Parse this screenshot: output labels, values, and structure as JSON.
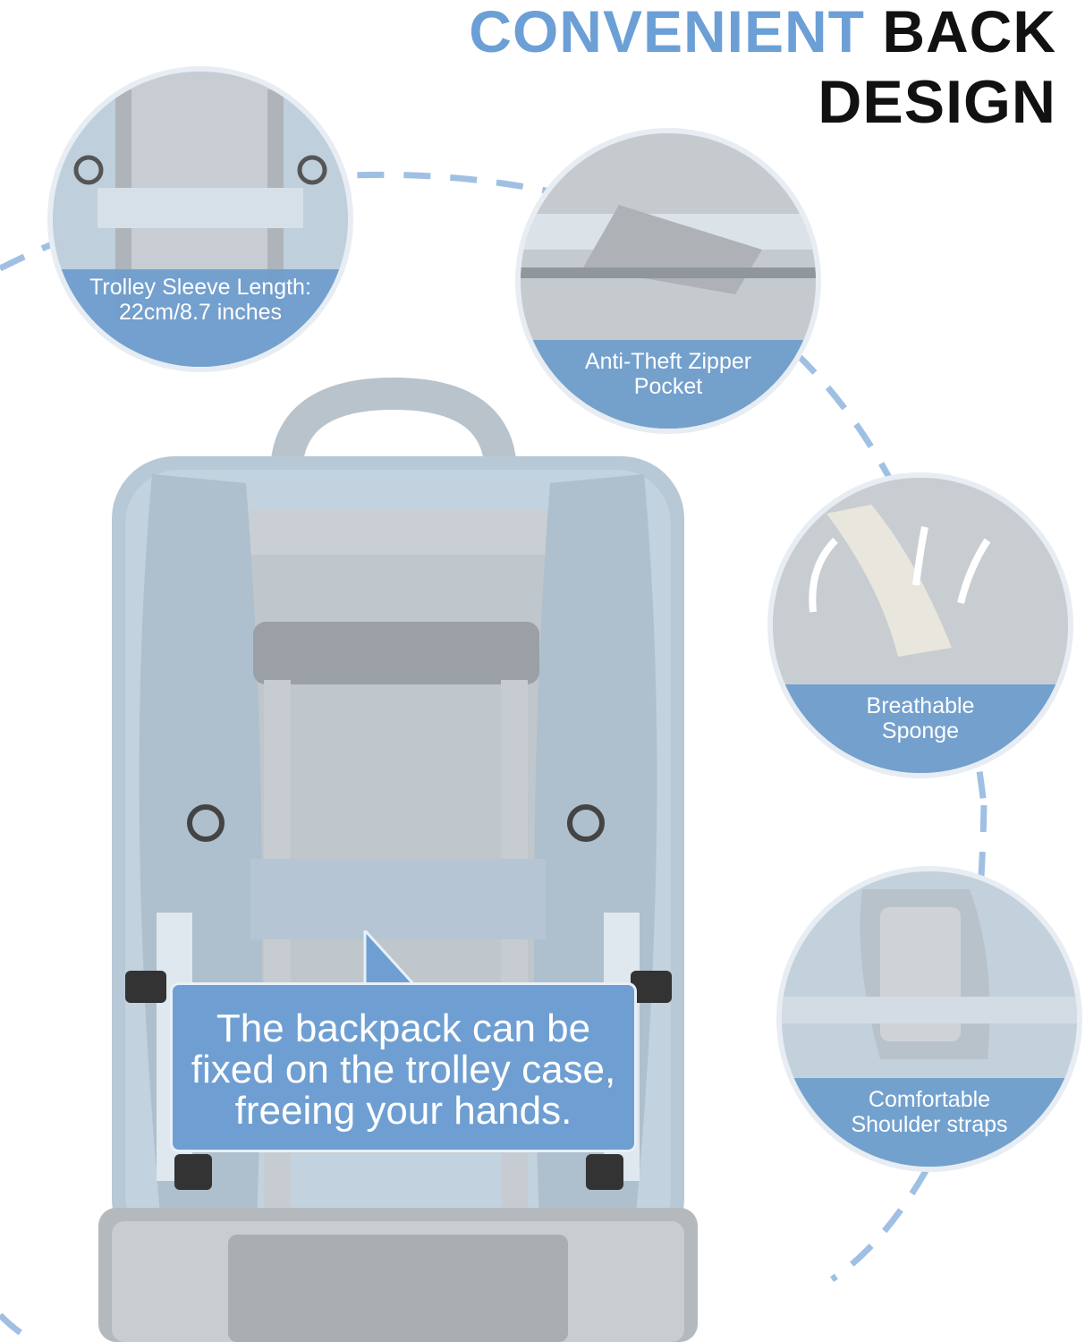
{
  "title": {
    "line1_blue": "CONVENIENT",
    "line1_black": "BACK",
    "line2": "DESIGN"
  },
  "features": [
    {
      "label_line1": "Trolley Sleeve Length:",
      "label_line2": "22cm/8.7 inches"
    },
    {
      "label_line1": "Anti-Theft Zipper",
      "label_line2": "Pocket"
    },
    {
      "label_line1": "Breathable",
      "label_line2": "Sponge"
    },
    {
      "label_line1": "Comfortable",
      "label_line2": "Shoulder straps"
    }
  ],
  "callout": {
    "line1": "The backpack can be",
    "line2": "fixed on the trolley case,",
    "line3": "freeing your hands."
  },
  "colors": {
    "accent_blue": "#6b9fd6",
    "backpack": "#b7c8d6",
    "mesh": "#c9cfd4",
    "trolley": "#9aa0a6"
  }
}
